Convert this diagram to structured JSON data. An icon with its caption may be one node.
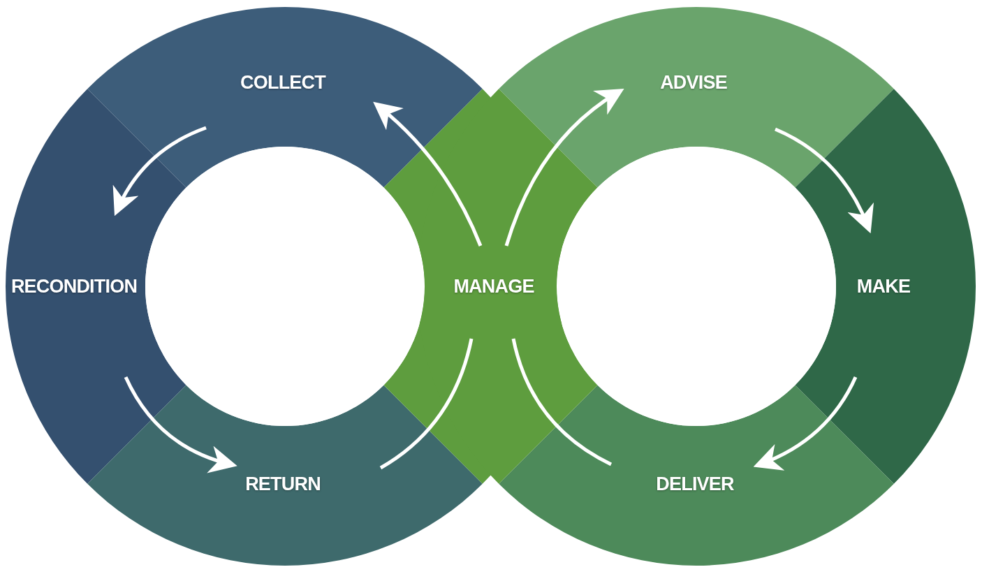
{
  "diagram": {
    "nodes": [
      {
        "text": [
          "COLLECT"
        ]
      },
      {
        "text": [
          "RECONDITION"
        ]
      },
      {
        "text": [
          "RETURN"
        ]
      },
      {
        "text": [
          "MANAGE"
        ]
      },
      {
        "text": [
          "ADVISE"
        ]
      },
      {
        "text": [
          "MAKE"
        ]
      },
      {
        "text": [
          "DELIVER"
        ]
      }
    ],
    "edges": [
      {
        "from": 3,
        "to": 0,
        "arrow": "to"
      },
      {
        "from": 0,
        "to": 1,
        "arrow": "to"
      },
      {
        "from": 1,
        "to": 2,
        "arrow": "to"
      },
      {
        "from": 2,
        "to": 3,
        "arrow": "none"
      },
      {
        "from": 3,
        "to": 4,
        "arrow": "to"
      },
      {
        "from": 4,
        "to": 5,
        "arrow": "to"
      },
      {
        "from": 5,
        "to": 6,
        "arrow": "to"
      },
      {
        "from": 6,
        "to": 3,
        "arrow": "none"
      }
    ]
  }
}
